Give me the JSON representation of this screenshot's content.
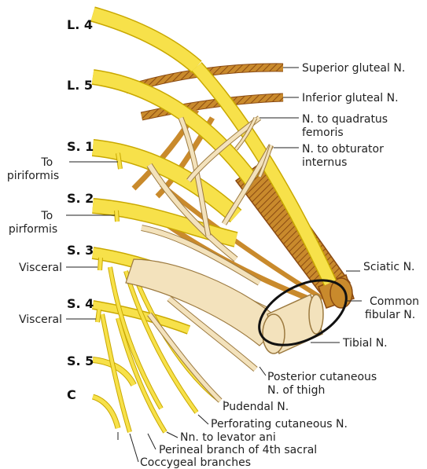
{
  "colors": {
    "nerve_yellow": "#f7e14a",
    "nerve_yellow_edge": "#c9a800",
    "branch_orange": "#c98a2c",
    "branch_orange_dark": "#8a4a12",
    "cream": "#f3e2bc",
    "cream_edge": "#9c7a40",
    "ink": "#111111"
  },
  "roots": {
    "l4": "L. 4",
    "l5": "L. 5",
    "s1": "S. 1",
    "s2": "S. 2",
    "s3": "S. 3",
    "s4": "S. 4",
    "s5": "S. 5",
    "c": "C"
  },
  "left_labels": {
    "piriformis_1": [
      "To",
      "piriformis"
    ],
    "piriformis_2": [
      "To",
      "pirformis"
    ],
    "visceral_1": "Visceral",
    "visceral_2": "Visceral"
  },
  "right_labels": {
    "superior_gluteal": "Superior gluteal N.",
    "inferior_gluteal": "Inferior gluteal N.",
    "quadratus_femoris": [
      "N. to quadratus",
      "femoris"
    ],
    "obturator_internus": [
      "N. to obturator",
      "internus"
    ],
    "sciatic": "Sciatic N.",
    "common_fibular": [
      "Common",
      "fibular N."
    ],
    "tibial": "Tibial N.",
    "posterior_cutaneous": [
      "Posterior cutaneous",
      "N. of thigh"
    ],
    "pudendal": "Pudendal N.",
    "perforating_cutaneous": "Perforating cutaneous N.",
    "levator_ani": "Nn. to levator ani",
    "perineal_branch": "Perineal branch of 4th sacral",
    "coccygeal": "Coccygeal branches"
  }
}
